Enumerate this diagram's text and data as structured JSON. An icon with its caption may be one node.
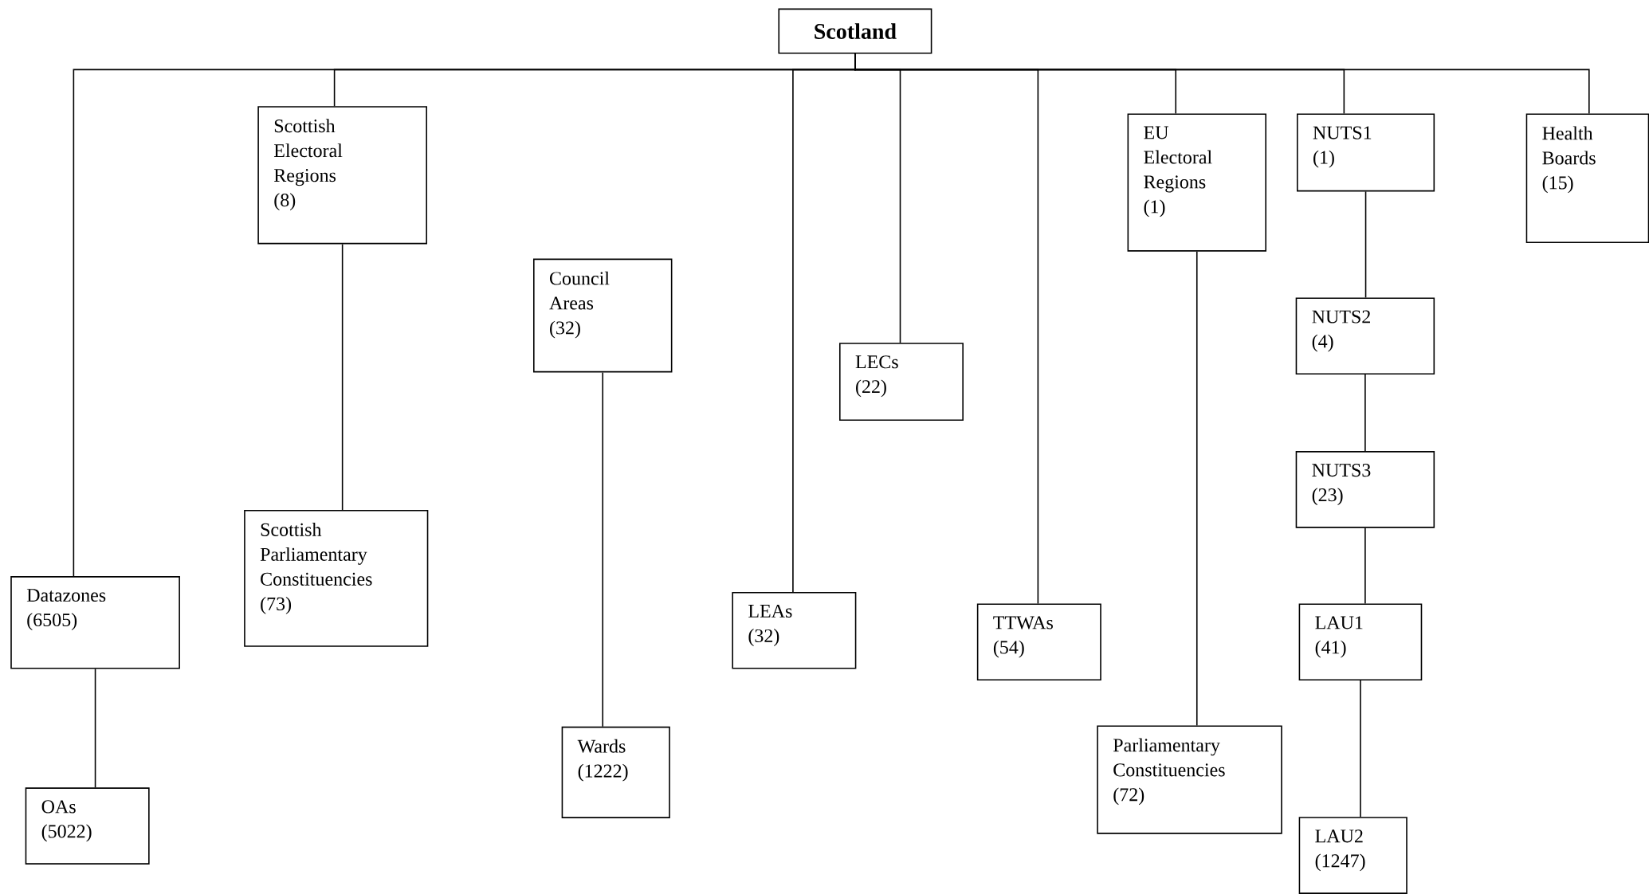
{
  "diagram": {
    "nodes": [
      {
        "text": [
          "Scotland"
        ]
      },
      {
        "text": [
          "Datazones (6505)"
        ]
      },
      {
        "text": [
          "OAs (5022)"
        ]
      },
      {
        "text": [
          "Scottish Electoral Regions (8)"
        ]
      },
      {
        "text": [
          "Scottish Parliamentary Constituencies (73)"
        ]
      },
      {
        "text": [
          "Council Areas (32)"
        ]
      },
      {
        "text": [
          "Wards (1222)"
        ]
      },
      {
        "text": [
          "LEAs (32)"
        ]
      },
      {
        "text": [
          "LECs (22)"
        ]
      },
      {
        "text": [
          "TTWAs (54)"
        ]
      },
      {
        "text": [
          "EU Electoral Regions (1)"
        ]
      },
      {
        "text": [
          "Parliamentary Constituencies (72)"
        ]
      },
      {
        "text": [
          "NUTS1 (1)"
        ]
      },
      {
        "text": [
          "NUTS2 (4)"
        ]
      },
      {
        "text": [
          "NUTS3 (23)"
        ]
      },
      {
        "text": [
          "LAU1 (41)"
        ]
      },
      {
        "text": [
          "LAU2 (1247)"
        ]
      },
      {
        "text": [
          "Health Boards (15)"
        ]
      }
    ],
    "edges": [
      {
        "from": 0,
        "to": 1,
        "arrow": "none"
      },
      {
        "from": 0,
        "to": 3,
        "arrow": "none"
      },
      {
        "from": 0,
        "to": 7,
        "arrow": "none"
      },
      {
        "from": 0,
        "to": 8,
        "arrow": "none"
      },
      {
        "from": 0,
        "to": 9,
        "arrow": "none"
      },
      {
        "from": 0,
        "to": 10,
        "arrow": "none"
      },
      {
        "from": 0,
        "to": 12,
        "arrow": "none"
      },
      {
        "from": 0,
        "to": 17,
        "arrow": "none"
      },
      {
        "from": 1,
        "to": 2,
        "arrow": "none"
      },
      {
        "from": 3,
        "to": 4,
        "arrow": "none"
      },
      {
        "from": 5,
        "to": 6,
        "arrow": "none"
      },
      {
        "from": 10,
        "to": 11,
        "arrow": "none"
      },
      {
        "from": 12,
        "to": 13,
        "arrow": "none"
      },
      {
        "from": 13,
        "to": 14,
        "arrow": "none"
      },
      {
        "from": 14,
        "to": 15,
        "arrow": "none"
      },
      {
        "from": 15,
        "to": 16,
        "arrow": "none"
      }
    ]
  }
}
